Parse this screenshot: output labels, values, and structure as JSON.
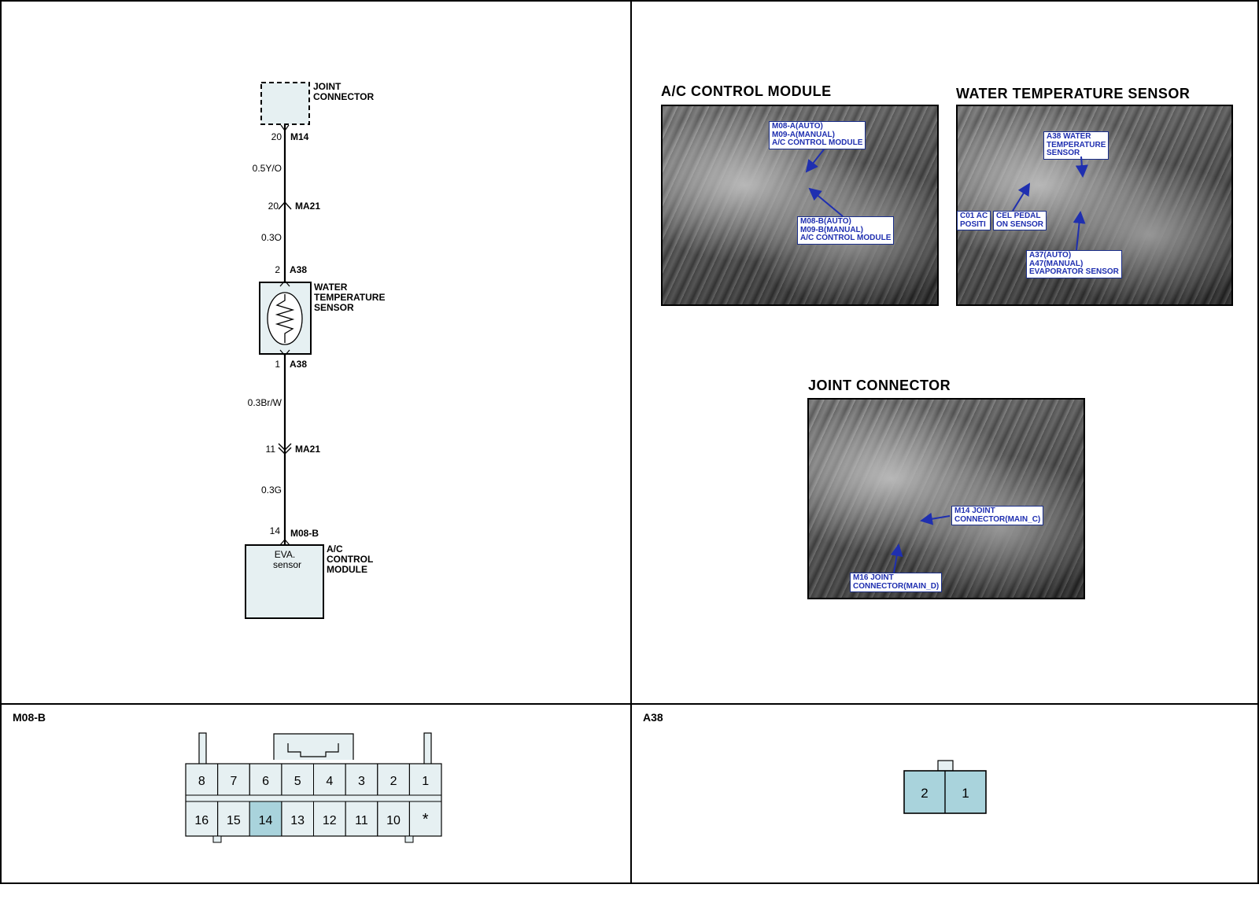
{
  "schematic": {
    "joint_connector": {
      "line1": "JOINT",
      "line2": "CONNECTOR"
    },
    "pins": [
      {
        "pin": "20",
        "connector": "M14"
      },
      {
        "pin": "20",
        "connector": "MA21"
      },
      {
        "pin": "2",
        "connector": "A38"
      },
      {
        "pin": "1",
        "connector": "A38"
      },
      {
        "pin": "11",
        "connector": "MA21"
      },
      {
        "pin": "14",
        "connector": "M08-B"
      }
    ],
    "wires": [
      "0.5Y/O",
      "0.3O",
      "0.3Br/W",
      "0.3G"
    ],
    "sensor_label": {
      "line1": "WATER",
      "line2": "TEMPERATURE",
      "line3": "SENSOR"
    },
    "module_inner": {
      "line1": "EVA.",
      "line2": "sensor"
    },
    "module_label": {
      "line1": "A/C",
      "line2": "CONTROL",
      "line3": "MODULE"
    }
  },
  "photos": {
    "ac_module": {
      "title": "A/C CONTROL MODULE",
      "callout1": [
        "M08-A(AUTO)",
        "M09-A(MANUAL)",
        "A/C CONTROL MODULE"
      ],
      "callout2": [
        "M08-B(AUTO)",
        "M09-B(MANUAL)",
        "A/C CONTROL MODULE"
      ]
    },
    "water_sensor": {
      "title": "WATER TEMPERATURE SENSOR",
      "callout1": [
        "A38 WATER",
        "TEMPERATURE",
        "SENSOR"
      ],
      "callout2a": [
        "C01 AC",
        "POSITI"
      ],
      "callout2b": [
        "CEL PEDAL",
        "ON SENSOR"
      ],
      "callout3": [
        "A37(AUTO)",
        "A47(MANUAL)",
        "EVAPORATOR SENSOR"
      ]
    },
    "joint_connector": {
      "title": "JOINT CONNECTOR",
      "callout1": [
        "M14 JOINT",
        "CONNECTOR(MAIN_C)"
      ],
      "callout2": [
        "M16 JOINT",
        "CONNECTOR(MAIN_D)"
      ]
    }
  },
  "connector_m08b": {
    "title": "M08-B",
    "top_row": [
      "8",
      "7",
      "6",
      "5",
      "4",
      "3",
      "2",
      "1"
    ],
    "bottom_row": [
      "16",
      "15",
      "14",
      "13",
      "12",
      "11",
      "10",
      "*"
    ],
    "highlighted": "14"
  },
  "connector_a38": {
    "title": "A38",
    "pins": [
      "2",
      "1"
    ]
  },
  "colors": {
    "pin_highlight": "#a9d3dc",
    "box_fill": "#e6f0f2",
    "callout_text": "#1f2fb0"
  }
}
